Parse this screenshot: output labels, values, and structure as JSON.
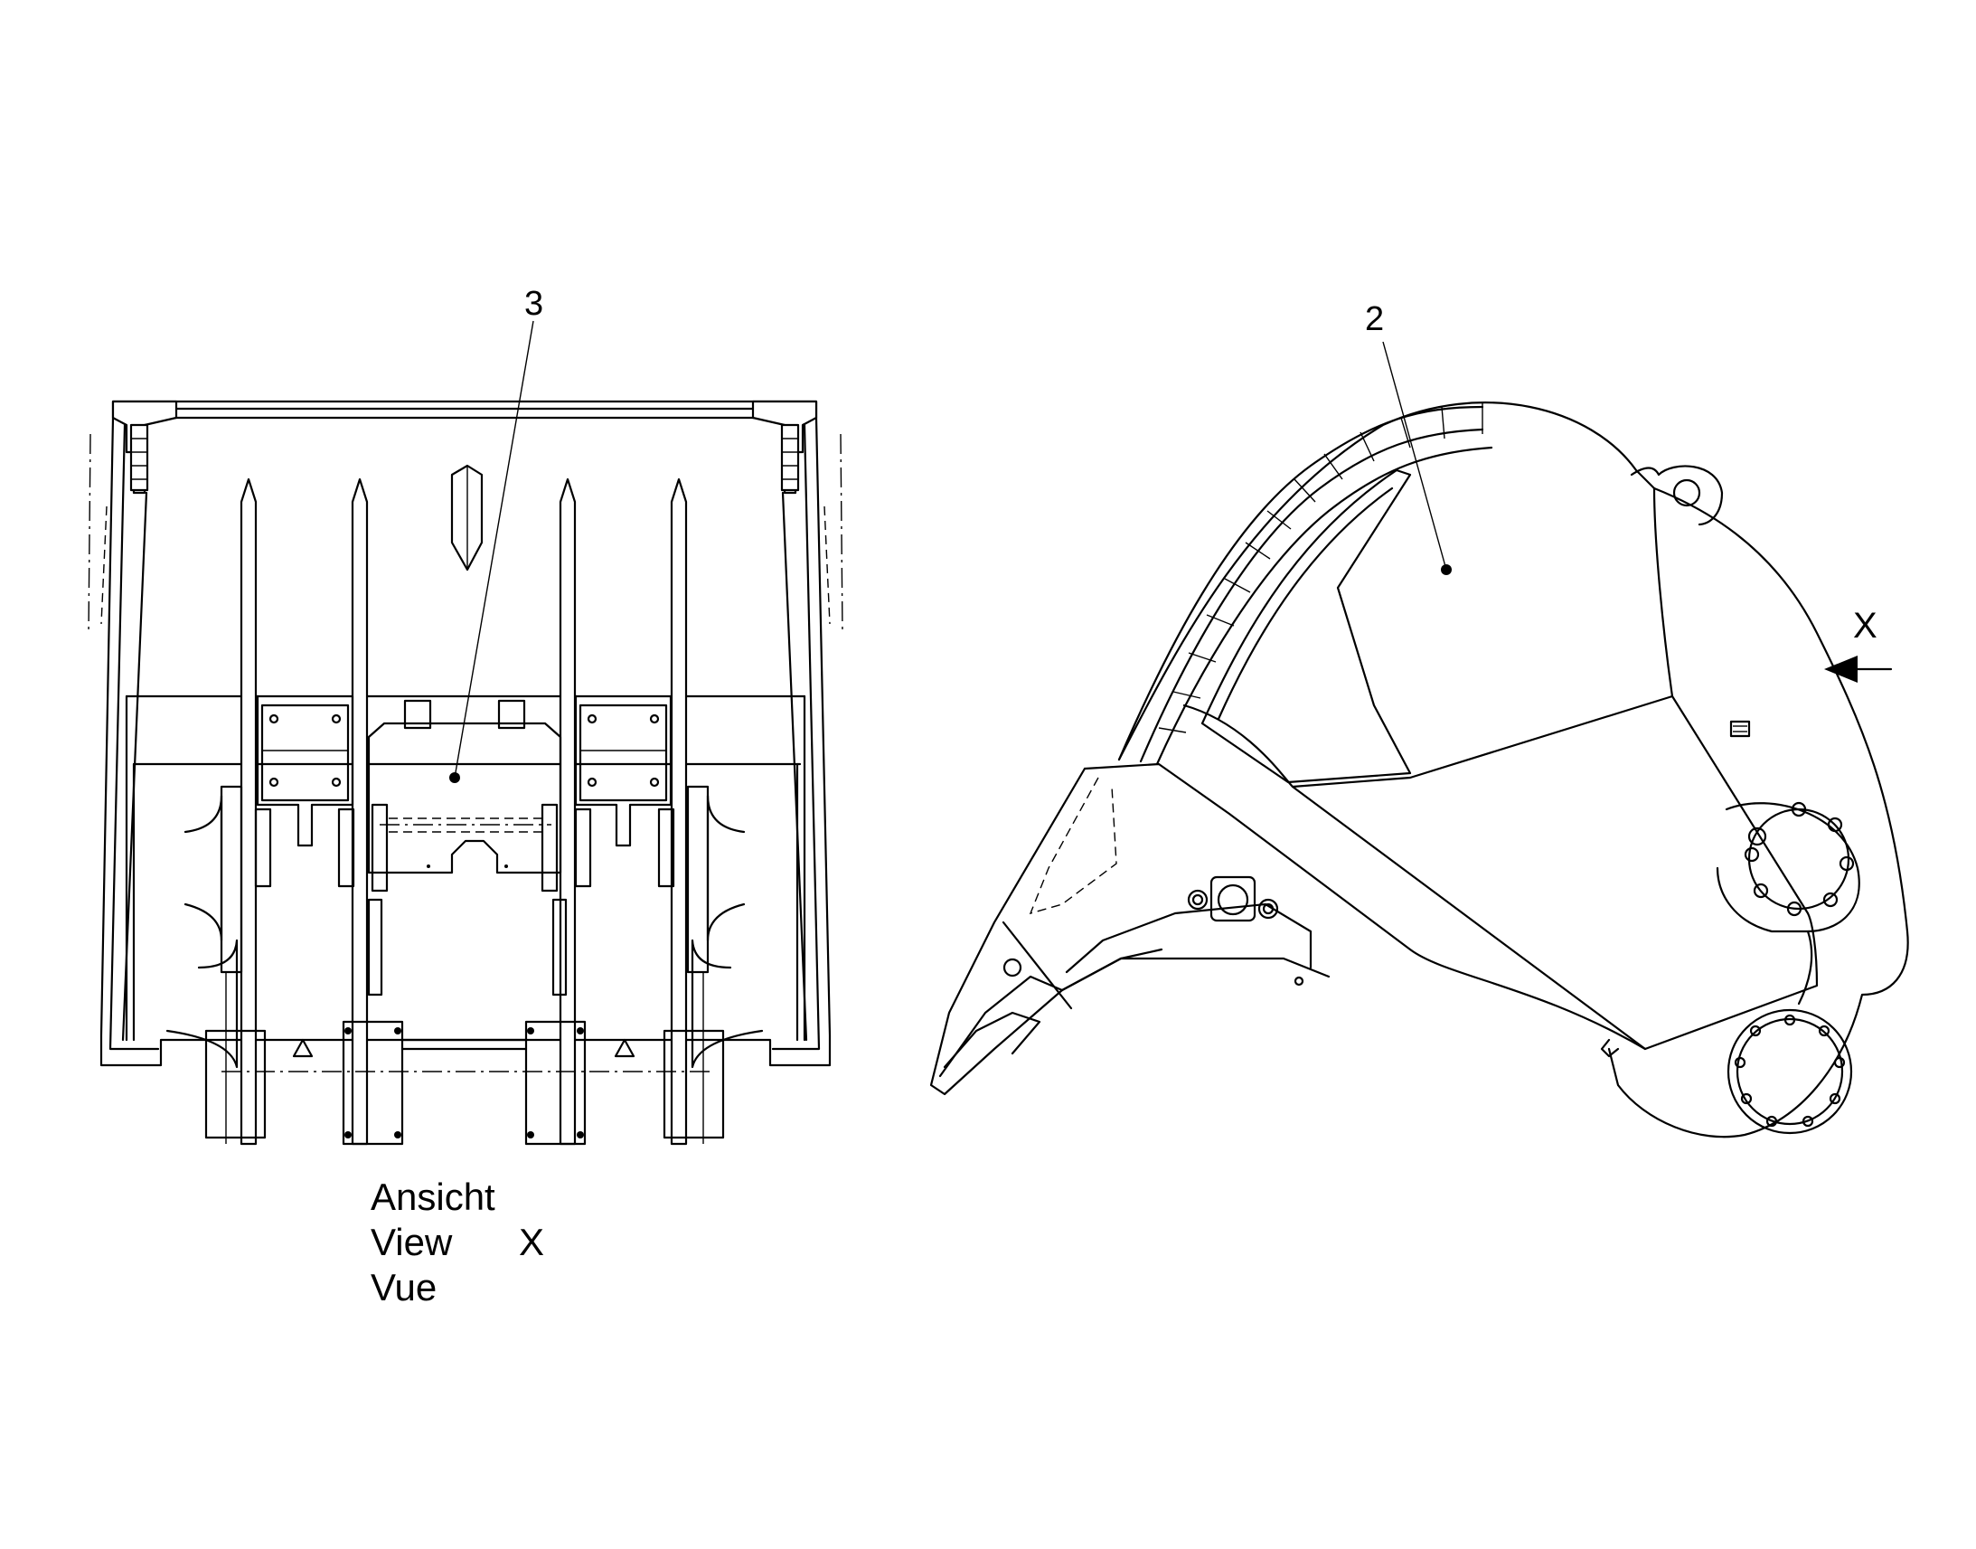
{
  "callouts": {
    "part_3": "3",
    "part_2": "2",
    "direction_x": "X"
  },
  "view_caption": {
    "line1": "Ansicht",
    "line2": "View",
    "line3": "Vue",
    "view_letter": "X"
  }
}
